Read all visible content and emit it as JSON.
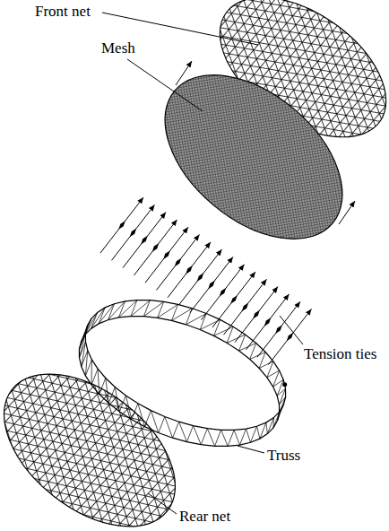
{
  "diagram": {
    "labels": [
      "Front net",
      "Mesh",
      "Tension ties",
      "Truss",
      "Rear net"
    ]
  }
}
